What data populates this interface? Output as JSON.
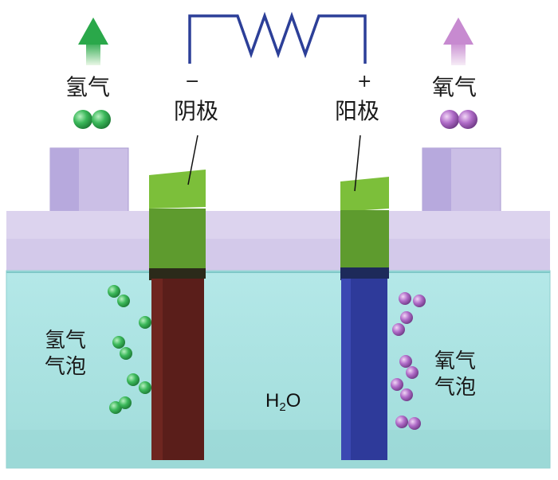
{
  "labels": {
    "hydrogen_gas": "氢气",
    "oxygen_gas": "氧气",
    "cathode": "阴极",
    "anode": "阳极",
    "cathode_sign": "−",
    "anode_sign": "+",
    "hydrogen_bubbles_line1": "氢气",
    "hydrogen_bubbles_line2": "气泡",
    "oxygen_bubbles_line1": "氧气",
    "oxygen_bubbles_line2": "气泡",
    "water_main": "H",
    "water_sub": "2",
    "water_tail": "O"
  },
  "colors": {
    "hydrogen": "#3bb85a",
    "oxygen": "#b06cc8",
    "water": "#a9e3e2",
    "tank_top": "#d6cdea",
    "cathode_body": "#5a1e1a",
    "anode_body": "#2e3a9a",
    "electrode_top": "#7cbf3a",
    "wire": "#2c3f98"
  },
  "icons": {
    "h2_arrow": "arrow-up-green-icon",
    "o2_arrow": "arrow-up-purple-icon",
    "resistor": "resistor-icon"
  }
}
